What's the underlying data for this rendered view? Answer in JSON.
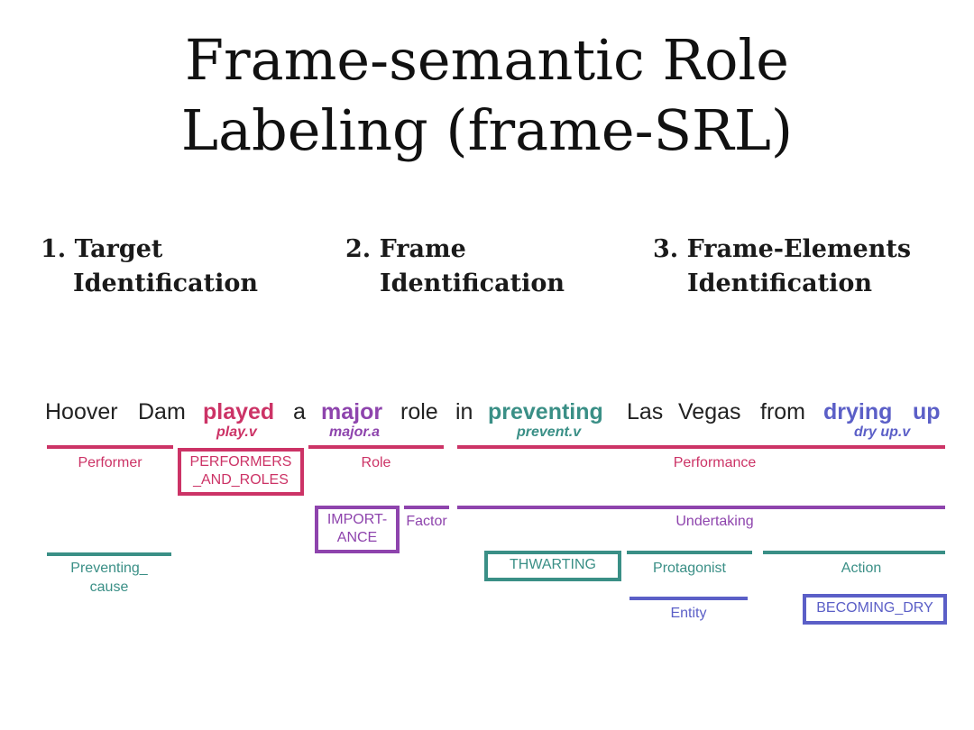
{
  "title": {
    "line1": "Frame-semantic Role",
    "line2": "Labeling (frame-SRL)"
  },
  "steps": [
    {
      "number": "1.",
      "line1": "Target",
      "line2": "Identification"
    },
    {
      "number": "2.",
      "line1": "Frame",
      "line2": "Identification"
    },
    {
      "number": "3.",
      "line1": "Frame-Elements",
      "line2": "Identification"
    }
  ],
  "sentence": {
    "words": [
      "Hoover",
      "Dam",
      "played",
      "a",
      "major",
      "role",
      "in",
      "preventing",
      "Las",
      "Vegas",
      "from",
      "drying",
      "up"
    ]
  },
  "lexical_units": [
    "play.v",
    "major.a",
    "prevent.v",
    "dry up.v"
  ],
  "frames": {
    "performers_and_roles": {
      "line1": "PERFORMERS",
      "line2": "_AND_ROLES"
    },
    "importance": {
      "line1": "IMPORT-",
      "line2": "ANCE"
    },
    "thwarting": {
      "line1": "THWARTING"
    },
    "becoming_dry": {
      "line1": "BECOMING_DRY"
    }
  },
  "frame_elements": {
    "performer": "Performer",
    "role": "Role",
    "performance": "Performance",
    "factor": "Factor",
    "undertaking": "Undertaking",
    "preventing_cause_1": "Preventing_",
    "preventing_cause_2": "cause",
    "protagonist": "Protagonist",
    "action": "Action",
    "entity": "Entity"
  },
  "colors": {
    "play": "#cc3366",
    "major": "#8e44ad",
    "prevent": "#3a8f86",
    "dry": "#5b5fc7",
    "text": "#222222"
  }
}
